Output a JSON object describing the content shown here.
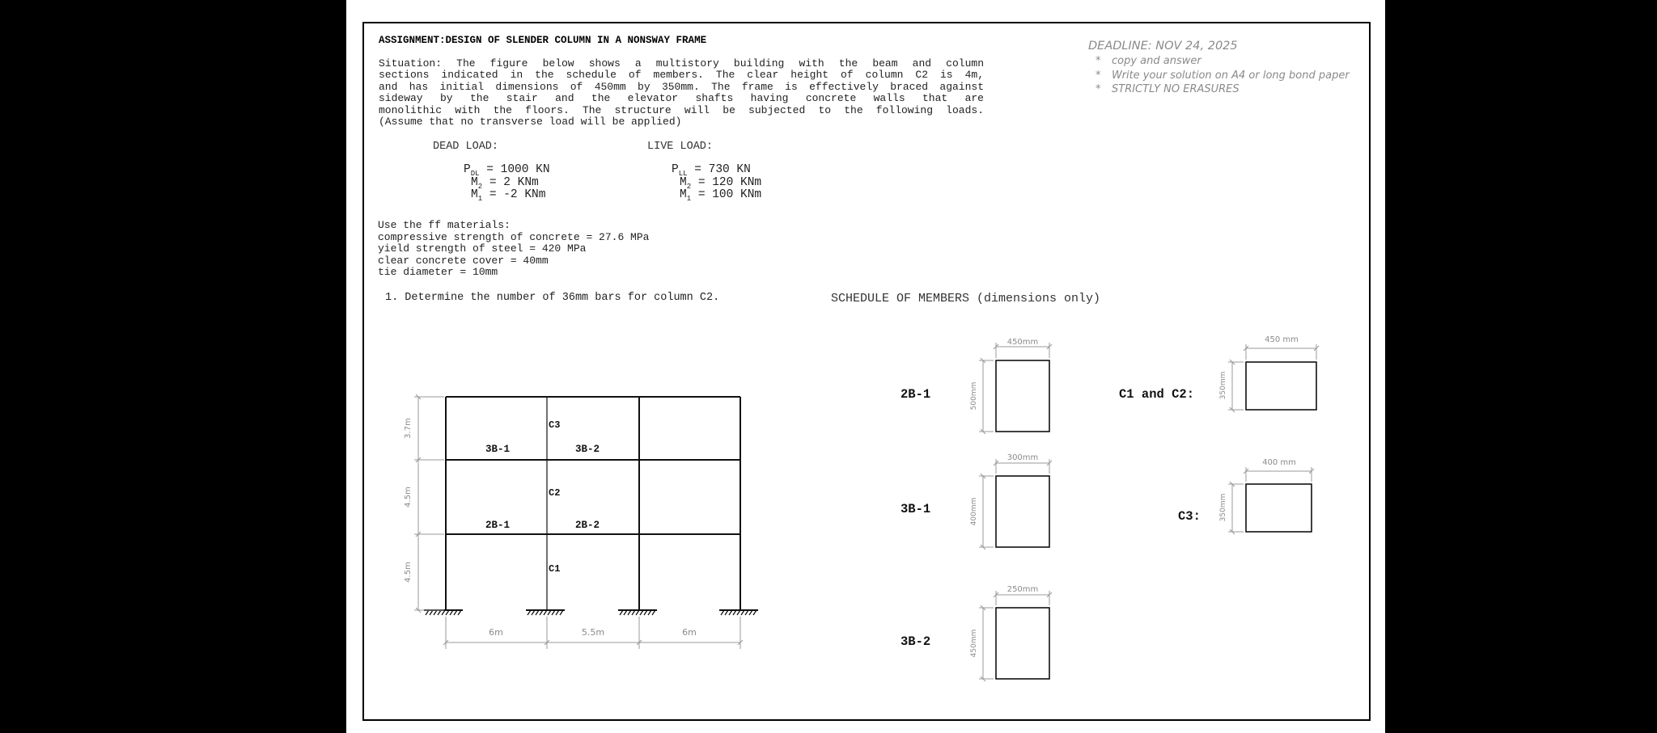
{
  "title": "ASSIGNMENT:DESIGN OF SLENDER COLUMN IN A NONSWAY FRAME",
  "deadline": "DEADLINE: NOV 24, 2025",
  "notes": [
    "copy and answer",
    "Write your solution on A4 or long bond paper",
    "STRICTLY NO ERASURES"
  ],
  "note_bullet": "*",
  "situation": [
    "Situation: The figure below shows a multistory building with the beam and column",
    "sections indicated in the schedule of members. The clear height of column C2 is 4m,",
    "and has initial dimensions of 450mm by 350mm. The frame is effectively braced against",
    "sideway by the stair and the elevator shafts having concrete walls that are",
    "monolithic with the floors. The structure will be subjected to the following loads.",
    "(Assume that no transverse load will be applied)"
  ],
  "dead_load": {
    "heading": "DEAD LOAD:",
    "p_sym": "P",
    "p_sub": "DL",
    "p_val": "= 1000 KN",
    "m2_sym": "M",
    "m2_sub": "2",
    "m2_val": "= 2 KNm",
    "m1_sym": "M",
    "m1_sub": "1",
    "m1_val": "= -2 KNm"
  },
  "live_load": {
    "heading": "LIVE LOAD:",
    "p_sym": "P",
    "p_sub": "LL",
    "p_val": "= 730 KN",
    "m2_sym": "M",
    "m2_sub": "2",
    "m2_val": "= 120 KNm",
    "m1_sym": "M",
    "m1_sub": "1",
    "m1_val": "= 100 KNm"
  },
  "materials": [
    "Use the ff materials:",
    "compressive strength of concrete = 27.6 MPa",
    "yield strength of steel = 420 MPa",
    "clear concrete cover = 40mm",
    "tie diameter = 10mm"
  ],
  "question": "1. Determine the number of 36mm bars for column C2.",
  "schedule_title": "SCHEDULE OF MEMBERS (dimensions only)",
  "frame": {
    "story_heights": [
      "3.7m",
      "4.5m",
      "4.5m"
    ],
    "bay_widths": [
      "6m",
      "5.5m",
      "6m"
    ],
    "columns": [
      "C3",
      "C2",
      "C1"
    ],
    "beams_top": [
      "3B-1",
      "3B-2"
    ],
    "beams_mid": [
      "2B-1",
      "2B-2"
    ]
  },
  "schedule": [
    {
      "label": "2B-1",
      "width": "450mm",
      "height": "500mm"
    },
    {
      "label": "3B-1",
      "width": "300mm",
      "height": "400mm"
    },
    {
      "label": "3B-2",
      "width": "250mm",
      "height": "450mm"
    },
    {
      "label": "C1 and C2:",
      "width": "450 mm",
      "height": "350mm"
    },
    {
      "label": "C3:",
      "width": "400 mm",
      "height": "350mm"
    }
  ]
}
